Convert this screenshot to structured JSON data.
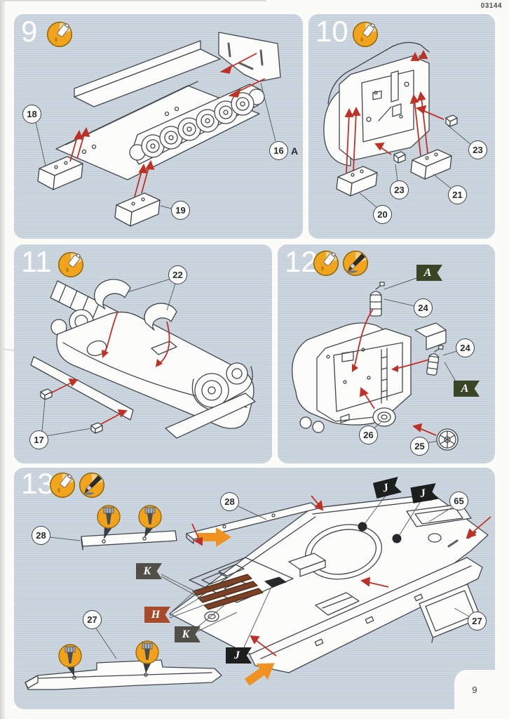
{
  "page": {
    "kit_number": "03144",
    "page_number": "9"
  },
  "colors": {
    "panel_bg": "#c6d0db",
    "icon_yellow": "#f2a21a",
    "arrow_red": "#bf3126",
    "arrow_orange": "#ef9221",
    "badge_A_green": "#3a4526",
    "badge_J_black": "#1d1f1e",
    "badge_K_gray": "#514e48",
    "badge_H_rust": "#a84b2b",
    "grille_brown": "#7a4127"
  },
  "icons": {
    "glue": "glue-bottle-icon",
    "paint": "paintbrush-icon",
    "drill": "drill-bit-icon"
  },
  "steps": {
    "s9": {
      "number": "9",
      "callouts": {
        "c18": "18",
        "c19": "19",
        "c16": "16",
        "c16_suffix": "A"
      }
    },
    "s10": {
      "number": "10",
      "callouts": {
        "c23a": "23",
        "c23b": "23",
        "c20": "20",
        "c21": "21"
      }
    },
    "s11": {
      "number": "11",
      "callouts": {
        "c22": "22",
        "c17": "17"
      }
    },
    "s12": {
      "number": "12",
      "callouts": {
        "c24a": "24",
        "c24b": "24",
        "c26": "26",
        "c25": "25"
      },
      "badges": {
        "a1": "A",
        "a2": "A"
      }
    },
    "s13": {
      "number": "13",
      "callouts": {
        "c28a": "28",
        "c28b": "28",
        "c65": "65",
        "c27a": "27",
        "c27b": "27"
      },
      "badges": {
        "j1": "J",
        "j2": "J",
        "j3": "J",
        "k1": "K",
        "k2": "K",
        "h1": "H"
      }
    }
  }
}
